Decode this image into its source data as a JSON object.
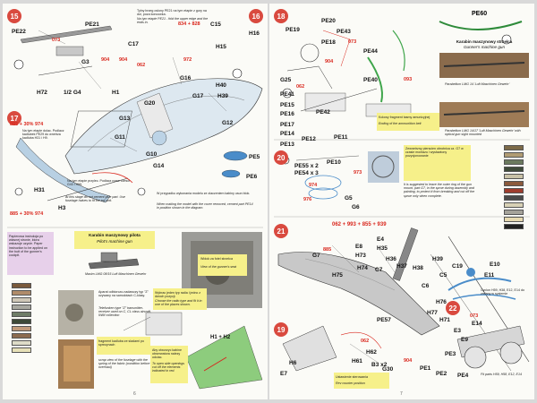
{
  "left": {
    "page_number": "6",
    "steps": {
      "s15": "15",
      "s16": "16",
      "s17": "17"
    },
    "note_a": "Tylny brzeg oslony PE21 na tym etapie z gury na dol, poza koncowka.",
    "note_b": "Na tym etapie PE21 - fold the upper edge and the ends in.",
    "note_1": "Na tym etapie dolac. Podlacz kadlubek PE29 do wnetrza kadluba H31 i H9.",
    "note_2": "At this stage do not cement glue part. Use fuselage halves to fit the tail unit.",
    "note_3": "Na tym etapie przylec. Podlacz nowe czesci G43 i H59.",
    "note_4": "W przypadku wykonania modelu ze zlaczeniem kabiny usun blok.",
    "note_5": "When making the model with the cover removed, cement part PE14 in position shown in the diagram.",
    "paper_box": "Papierowa instrukcja po wlasnej stronie, ktora wskazuje uzycie. Paper instruction to be applied on the butt of the gunner's cockpit.",
    "gun_title": "Karabin maszynowy pilota",
    "gun_title_en": "Pilot's machine gun",
    "gun_caption": "Maxim LMG 08/15 Luft Maschinen Gewehr",
    "photo_caption_pl": "Widok za fotel strzelca",
    "photo_caption_en": "View of the gunner's seat",
    "aparat_pl": "Aparat odbiorczo-nadawczy typ \"Z\" uzywany na samolotach C-klasy.",
    "aparat_en": "Telefunken type \"Z\" transmitter-receiver used on C, CL class aircraft, IWM collection",
    "fragment_pl": "fragment kadluba ze sladami po sprezynach",
    "fragment_en": "scrap view of the fuselage with the spring of the fabric (condition before overhaul)",
    "radio_pl": "Wybrac jeden typ radia i jedno z dwoch pozycji.",
    "radio_en": "Choose the radio type and fit it in one of the places shown.",
    "cut_pl": "Aby otworzyc kabine obserwatora nalezy odciac.",
    "cut_en": "To open side openings cut off the elements indicated in red.",
    "h1h2": "H1 + H2",
    "parts": [
      "PE22",
      "PE21",
      "C15",
      "H15",
      "H16",
      "C17",
      "G3",
      "H72",
      "1/2 G4",
      "H1",
      "G16",
      "G17",
      "G20",
      "H40",
      "H39",
      "G12",
      "G11",
      "G13",
      "G10",
      "H31",
      "G14",
      "PE5",
      "PE6",
      "H3"
    ],
    "red_codes": [
      "073",
      "834 + 828",
      "904",
      "062",
      "885 + 30% 974",
      "972",
      "885 + 30% 974",
      "904"
    ],
    "colors": [
      "#7a5a3c",
      "#b08c6a",
      "#cfc8b8",
      "#a8a8a0",
      "#6f7d68",
      "#3d4a38",
      "#c09a7a",
      "#8c6b50",
      "#dedcc8",
      "#e6e0b8"
    ]
  },
  "right": {
    "page_number": "7",
    "steps": {
      "s18": "18",
      "s19": "19",
      "s20": "20",
      "s21": "21",
      "s22": "22"
    },
    "pe60": "PE60",
    "gun1_pl": "Karabin maszynowy strzelca",
    "gun1_en": "Gunner's machine gun",
    "gun2": "Parabellum LMG 14 'Luft Maschinen Gewehr'",
    "gun3": "Parabellum LMG 14/17 'Luft Maschinen Gewehr' with optical gun sight mounted",
    "ammo_pl": "Kolowy fragment tasmy amunicyjnej",
    "ammo_en": "Ending of the ammunition belt",
    "ring_pl": "Zewnetrzny pierscien obrotnica cz. G7 w czasie montazu i wystawiony pozycjonowanie",
    "ring_en": "It is suggested to leave the outer ring of the gun mount, part G7, in the sprue during assembly and painting, to protect it from breaking and cut off the sprue only when complete.",
    "pe55": "PE55 x 2",
    "pe54": "PE54 x 3",
    "paint_formula": "062 + 993 + 855 + 939",
    "pos_pl": "Ustawienie sterowania",
    "pos_en": "Rev counter position",
    "cyclo_1": "Cyclon H59, H38, E12, E14 do zmiany w systemie",
    "cyclo_2": "Fit parts H59, H58, E12, E14",
    "parts": [
      "PE19",
      "PE20",
      "PE43",
      "PE18",
      "PE44",
      "PE40",
      "G25",
      "PE41",
      "PE15",
      "PE16",
      "PE17",
      "PE14",
      "PE42",
      "PE13",
      "PE12",
      "PE11",
      "PE10",
      "G5",
      "G6",
      "G7",
      "E8",
      "H73",
      "H74",
      "H75",
      "C7",
      "E4",
      "H35",
      "H36",
      "H37",
      "H38",
      "H39",
      "C6",
      "C5",
      "C19",
      "H76",
      "H77",
      "H71",
      "E11",
      "E10",
      "E14",
      "E3",
      "E9",
      "PE57",
      "H61",
      "H62",
      "B3 x2",
      "G30",
      "H6",
      "E7",
      "PE1",
      "PE2",
      "PE3",
      "PE4"
    ],
    "red_codes": [
      "073",
      "904",
      "093",
      "062",
      "974",
      "976",
      "973",
      "885",
      "904",
      "062",
      "073"
    ],
    "colors": [
      "#7c6a48",
      "#b19c74",
      "#6b7a5e",
      "#3f4b3a",
      "#c9c2a7",
      "#8b5a3c",
      "#9f3d2e",
      "#4a4a4a",
      "#d8d2b6",
      "#a5a39a",
      "#e6d9b0",
      "#222222"
    ]
  }
}
